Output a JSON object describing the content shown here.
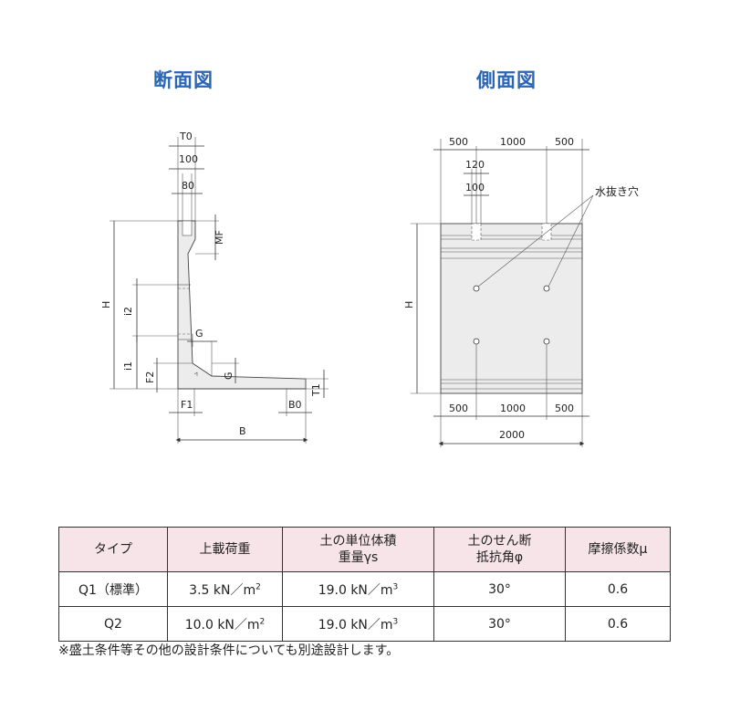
{
  "titles": {
    "section_view": "断面図",
    "side_view": "側面図"
  },
  "section_labels": {
    "T0": "T0",
    "w100": "100",
    "w80": "80",
    "MF": "MF",
    "H": "H",
    "i2": "i2",
    "i1": "i1",
    "G_top": "G",
    "G_side": "G",
    "F2": "F2",
    "T1": "T1",
    "F1": "F1",
    "B0": "B0",
    "B": "B"
  },
  "side_labels": {
    "top_500_left": "500",
    "top_1000": "1000",
    "top_500_right": "500",
    "w120": "120",
    "w100": "100",
    "drain_hole": "水抜き穴",
    "H": "H",
    "bottom_500_left": "500",
    "bottom_1000": "1000",
    "bottom_500_right": "500",
    "total_2000": "2000"
  },
  "table": {
    "headers": {
      "type": "タイプ",
      "load": "上載荷重",
      "unit_weight_line1": "土の単位体積",
      "unit_weight_line2": "重量γs",
      "shear_line1": "土のせん断",
      "shear_line2": "抵抗角φ",
      "friction": "摩擦係数μ"
    },
    "rows": [
      {
        "type": "Q1（標準）",
        "load": "3.5 kN／m",
        "load_exp": "2",
        "unit_weight": "19.0 kN／m",
        "unit_weight_exp": "3",
        "angle": "30°",
        "friction": "0.6"
      },
      {
        "type": "Q2",
        "load": "10.0 kN／m",
        "load_exp": "2",
        "unit_weight": "19.0 kN／m",
        "unit_weight_exp": "3",
        "angle": "30°",
        "friction": "0.6"
      }
    ]
  },
  "note": "※盛土条件等その他の設計条件についても別途設計します。",
  "colors": {
    "title": "#2a66b8",
    "table_header_bg": "#f6e4e9"
  }
}
